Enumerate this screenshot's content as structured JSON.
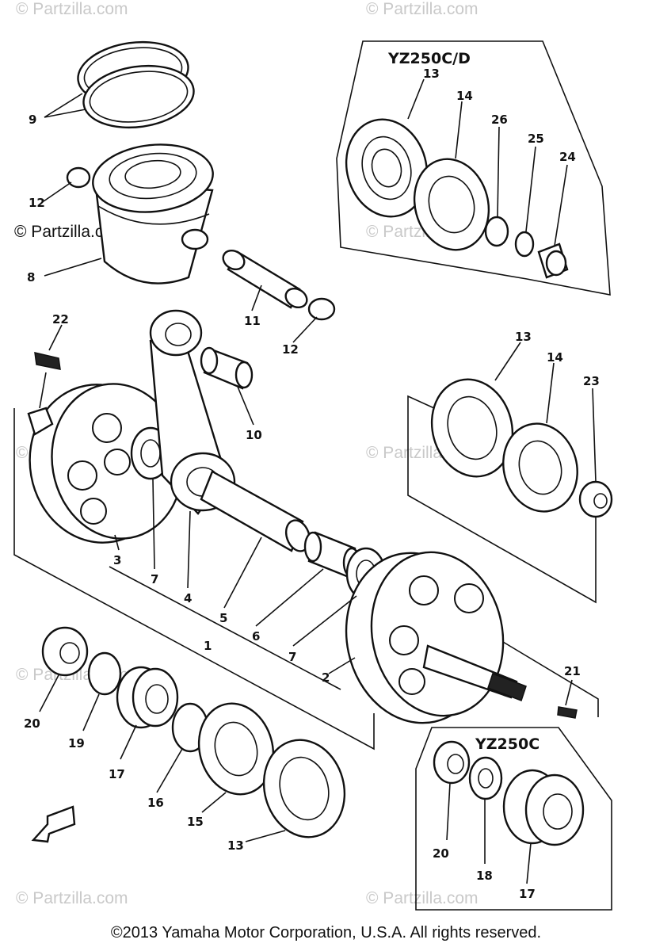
{
  "watermark": "© Partzilla.com",
  "copyright": "©2013 Yamaha Motor Corporation, U.S.A. All rights reserved.",
  "models": {
    "box_top": "YZ250C/D",
    "box_bottom": "YZ250C"
  },
  "callouts": {
    "c1": "1",
    "c2": "2",
    "c3": "3",
    "c4": "4",
    "c5": "5",
    "c6": "6",
    "c7a": "7",
    "c7b": "7",
    "c8": "8",
    "c9": "9",
    "c10": "10",
    "c11": "11",
    "c12a": "12",
    "c12b": "12",
    "c13a": "13",
    "c13b": "13",
    "c13c": "13",
    "c14a": "14",
    "c14b": "14",
    "c15": "15",
    "c16": "16",
    "c17a": "17",
    "c17b": "17",
    "c18": "18",
    "c19": "19",
    "c20a": "20",
    "c20b": "20",
    "c21": "21",
    "c22": "22",
    "c23": "23",
    "c24": "24",
    "c25": "25",
    "c26": "26"
  }
}
